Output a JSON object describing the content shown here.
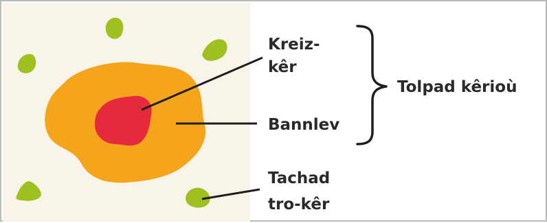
{
  "colors": {
    "background_panel": "#f8f4ea",
    "suburb": "#f4a51c",
    "center": "#e52a3d",
    "satellite": "#9ec11f",
    "leader_line": "#1e1e1e",
    "label_text": "#2a2a2a",
    "frame": "#b8bcb8"
  },
  "labels": {
    "center_line1": "Kreiz-",
    "center_line2": "kêr",
    "suburb": "Bannlev",
    "agglomeration": "Tolpad kêrioù",
    "satellite_line1": "Tachad",
    "satellite_line2": "tro-kêr"
  }
}
